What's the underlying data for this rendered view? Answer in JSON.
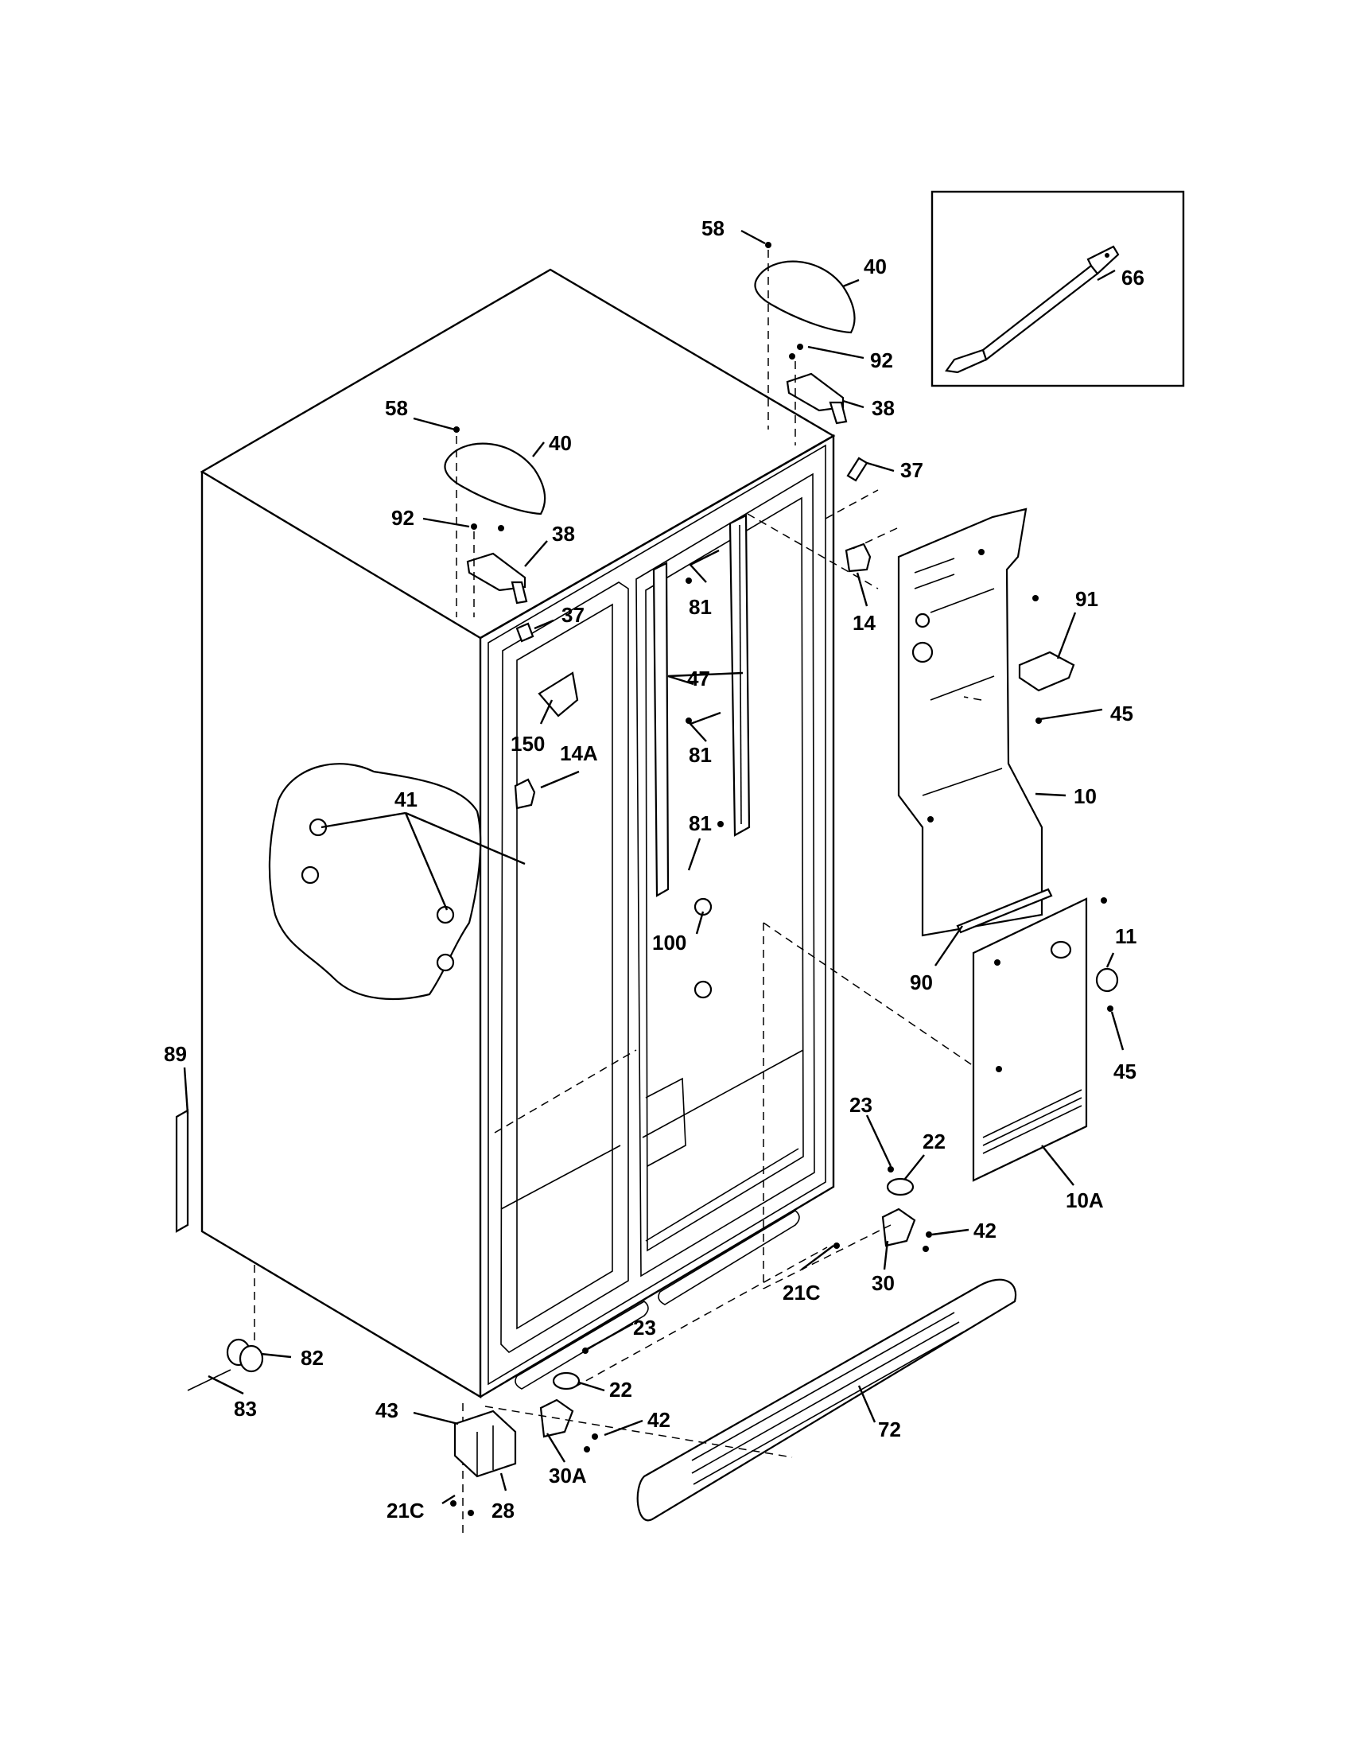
{
  "labels": {
    "p58a": "58",
    "p40a": "40",
    "p92a": "92",
    "p38a": "38",
    "p37a": "37",
    "p58b": "58",
    "p40b": "40",
    "p92b": "92",
    "p38b": "38",
    "p37b": "37",
    "p66": "66",
    "p14": "14",
    "p91": "91",
    "p81a": "81",
    "p47": "47",
    "p150": "150",
    "p14A": "14A",
    "p81b": "81",
    "p45a": "45",
    "p41": "41",
    "p81c": "81",
    "p10": "10",
    "p100": "100",
    "p11": "11",
    "p90": "90",
    "p89": "89",
    "p45b": "45",
    "p23a": "23",
    "p22a": "22",
    "p42a": "42",
    "p10A": "10A",
    "p30": "30",
    "p21Ca": "21C",
    "p23b": "23",
    "p82": "82",
    "p22b": "22",
    "p83": "83",
    "p42b": "42",
    "p72": "72",
    "p43": "43",
    "p30A": "30A",
    "p21Cb": "21C",
    "p28": "28"
  }
}
